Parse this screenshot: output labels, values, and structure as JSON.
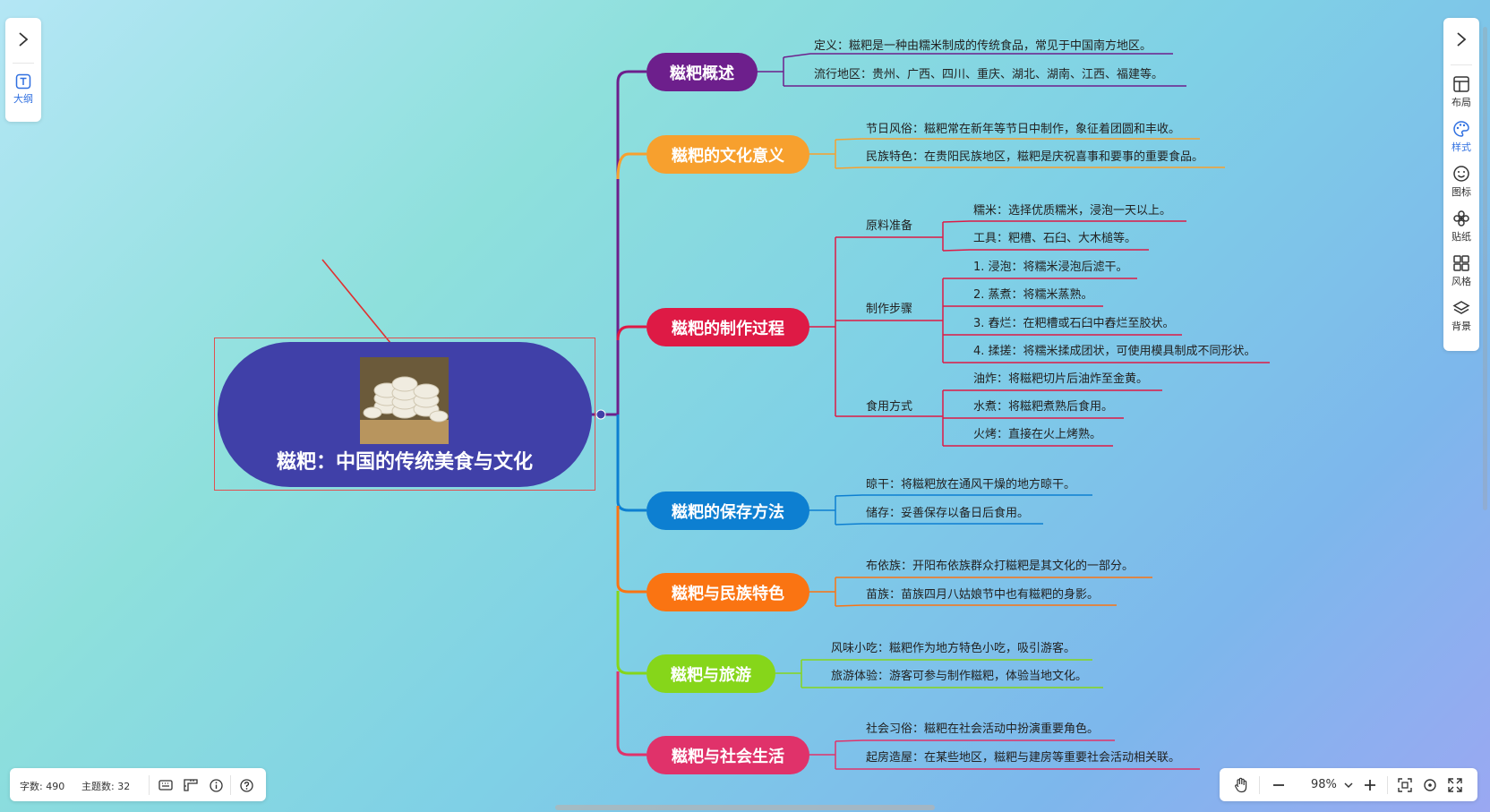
{
  "left_toolbar": {
    "outline_label": "大纲"
  },
  "right_toolbar": {
    "items": [
      {
        "label": "布局"
      },
      {
        "label": "样式"
      },
      {
        "label": "图标"
      },
      {
        "label": "贴纸"
      },
      {
        "label": "风格"
      },
      {
        "label": "背景"
      }
    ]
  },
  "status": {
    "word_count": "字数: 490",
    "topic_count": "主题数: 32"
  },
  "zoom": {
    "value": "98%"
  },
  "colors": {
    "root": "#4040a8",
    "overview": "#6d1f8c",
    "culture": "#f7a02e",
    "process": "#de1a45",
    "storage": "#0d7fd1",
    "ethnic": "#fa7412",
    "tourism": "#86d61a",
    "social": "#e0326a"
  },
  "root": {
    "title": "糍粑：中国的传统美食与文化",
    "image": "stacked-ciba-photo"
  },
  "branches": [
    {
      "id": "overview",
      "title": "糍粑概述",
      "children": [
        "定义：糍粑是一种由糯米制成的传统食品，常见于中国南方地区。",
        "流行地区：贵州、广西、四川、重庆、湖北、湖南、江西、福建等。"
      ]
    },
    {
      "id": "culture",
      "title": "糍粑的文化意义",
      "children": [
        "节日风俗：糍粑常在新年等节日中制作，象征着团圆和丰收。",
        "民族特色：在贵阳民族地区，糍粑是庆祝喜事和要事的重要食品。"
      ]
    },
    {
      "id": "process",
      "title": "糍粑的制作过程",
      "groups": [
        {
          "title": "原料准备",
          "children": [
            "糯米：选择优质糯米，浸泡一天以上。",
            "工具：粑槽、石臼、大木槌等。"
          ]
        },
        {
          "title": "制作步骤",
          "children": [
            "1. 浸泡：将糯米浸泡后滤干。",
            "2. 蒸煮：将糯米蒸熟。",
            "3. 舂烂：在粑槽或石臼中舂烂至胶状。",
            "4. 揉搓：将糯米揉成团状，可使用模具制成不同形状。"
          ]
        },
        {
          "title": "食用方式",
          "children": [
            "油炸：将糍粑切片后油炸至金黄。",
            "水煮：将糍粑煮熟后食用。",
            "火烤：直接在火上烤熟。"
          ]
        }
      ]
    },
    {
      "id": "storage",
      "title": "糍粑的保存方法",
      "children": [
        "晾干：将糍粑放在通风干燥的地方晾干。",
        "储存：妥善保存以备日后食用。"
      ]
    },
    {
      "id": "ethnic",
      "title": "糍粑与民族特色",
      "children": [
        "布依族：开阳布依族群众打糍粑是其文化的一部分。",
        "苗族：苗族四月八姑娘节中也有糍粑的身影。"
      ]
    },
    {
      "id": "tourism",
      "title": "糍粑与旅游",
      "children": [
        "风味小吃：糍粑作为地方特色小吃，吸引游客。",
        "旅游体验：游客可参与制作糍粑，体验当地文化。"
      ]
    },
    {
      "id": "social",
      "title": "糍粑与社会生活",
      "children": [
        "社会习俗：糍粑在社会活动中扮演重要角色。",
        "起房造屋：在某些地区，糍粑与建房等重要社会活动相关联。"
      ]
    }
  ]
}
